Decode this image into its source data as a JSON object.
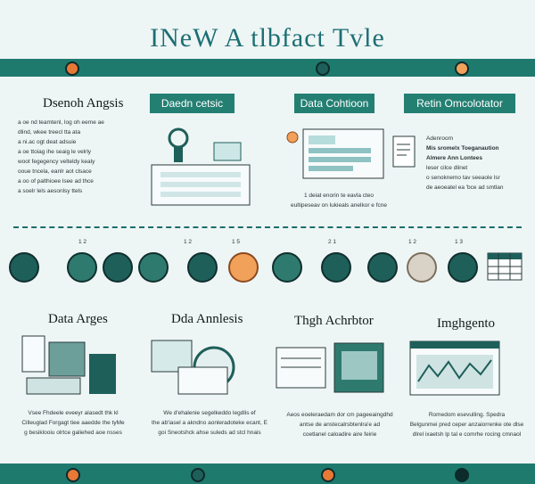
{
  "title": "INeW A tlbfact Tvle",
  "top_tabs": [
    {
      "label": "Daedn cetsic"
    },
    {
      "label": "Data Cohtioon"
    },
    {
      "label": "Retin Omcolotator"
    }
  ],
  "left_panel": {
    "title": "Dsenoh Angsis",
    "items": [
      "a oe nd teamtenl, log oh eeme ae",
      "dlind, wkee treecl tta ata",
      "a ni.ac ogt deat adsuie",
      "a oe ttoiag ihe seaig le velrly",
      "woot fegegency velteldy kealy",
      "ooue tncela, eanlr aot clsace",
      "a oo of palthioee lsee ad thce",
      "a soelr lels aesonlsy ttels"
    ]
  },
  "middle_caption": "1 deiat enorin te eavla cteo\neultipeseav on lukieals anelkor e fcne",
  "right_panel": {
    "lines": [
      "Adenroom",
      "Mis sromelx Toeganaution",
      "Almere Ann Lontees",
      "leser cilce dlinet",
      "o senoknemo tav seeaole lsr",
      "de aeoeatel ea 'bce ad smtlan"
    ]
  },
  "pill_labels": [
    "1 2",
    "1 2",
    "1 5",
    "2 1",
    "1 2",
    "1 3"
  ],
  "bottom_sections": [
    {
      "title": "Data Arges",
      "text": "Vsee Fhdeele eveeyr alasedt thk kl\nCilleuglad Forgagt tiee aaedde the tyMe\ng besiklooiu olrtce galiehed aoe nsses"
    },
    {
      "title": "Dda Annlesis",
      "text": "We d'ehalenie segelkeddo legdlis ef\nthe ab'iasel a akndno aonleradoteke ecant, E\ngoi Sneotshck ahse suleds ad stcl hnais"
    },
    {
      "title": "Thgh Achrbtor",
      "text": "Aeos eoeleraedam dor cm pageeaingdhd\nantse de anstecalrsbtenlra'e ad\ncoetlanel caloadire aire feirie"
    },
    {
      "title": "Imghgento",
      "text": "Romedom esevulling. Spedra\nBelgunmei pred ceper anzaiorrenke ote dlse\ndlrel ixaetsh lp tal e comrhe rocing cmnaol"
    }
  ],
  "colors": {
    "teal": "#247f73",
    "dark": "#0f2f2d",
    "orange": "#f2a15a",
    "bg": "#eef5f5"
  },
  "icons": [
    "globe-icon",
    "gear-icon",
    "document-icon",
    "spreadsheet-icon",
    "laptop-icon",
    "cloud-icon"
  ]
}
